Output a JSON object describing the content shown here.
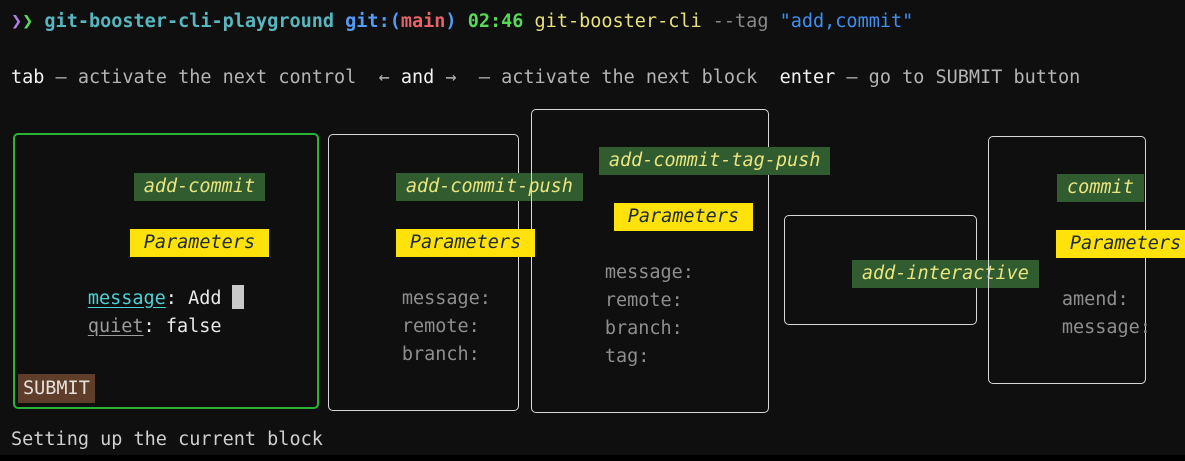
{
  "colors": {
    "background": "#0e0f0e",
    "active_border": "#2bb338",
    "idle_border": "#d8d8d8",
    "title_bg": "#315c30",
    "title_fg": "#eae57f",
    "params_bg": "#ffe20a",
    "params_fg": "#1b2838",
    "submit_bg": "#5e3d2b",
    "focused_field": "#4ed0d4",
    "cursor": "#c9c9c9"
  },
  "prompt_segments": [
    {
      "t": "❯",
      "s": "purple"
    },
    {
      "t": "❯",
      "s": "green"
    },
    {
      "t": " ",
      "s": "plain"
    },
    {
      "t": "git-booster-cli-playground",
      "s": "teal"
    },
    {
      "t": " ",
      "s": "plain"
    },
    {
      "t": "git:(",
      "s": "blue"
    },
    {
      "t": "main",
      "s": "red"
    },
    {
      "t": ")",
      "s": "blue"
    },
    {
      "t": " ",
      "s": "plain"
    },
    {
      "t": "02:46",
      "s": "green2"
    },
    {
      "t": " ",
      "s": "plain"
    },
    {
      "t": "git-booster-cli",
      "s": "yellow"
    },
    {
      "t": " ",
      "s": "plain"
    },
    {
      "t": "--tag",
      "s": "gray"
    },
    {
      "t": " ",
      "s": "plain"
    },
    {
      "t": "\"add,commit\"",
      "s": "blue2"
    }
  ],
  "help_segments": [
    {
      "t": "tab",
      "s": "key"
    },
    {
      "t": " – activate the next control  ",
      "s": "dim"
    },
    {
      "t": "← ",
      "s": "dim"
    },
    {
      "t": "and",
      "s": "key"
    },
    {
      "t": " →",
      "s": "dim"
    },
    {
      "t": "  – activate the next block  ",
      "s": "dim"
    },
    {
      "t": "enter",
      "s": "key"
    },
    {
      "t": " – go to SUBMIT button",
      "s": "dim"
    }
  ],
  "ui": {
    "colon": ": "
  },
  "blocks": [
    {
      "title": "add-commit",
      "params_label": "Parameters",
      "active": true,
      "fields": [
        {
          "name": "message",
          "value": "Add",
          "focused": true
        },
        {
          "name": "quiet",
          "value": "false"
        }
      ],
      "submit_label": "SUBMIT"
    },
    {
      "title": "add-commit-push",
      "params_label": "Parameters",
      "fields": [
        {
          "name": "message",
          "value": ""
        },
        {
          "name": "remote",
          "value": ""
        },
        {
          "name": "branch",
          "value": ""
        }
      ]
    },
    {
      "title": "add-commit-tag-push",
      "params_label": "Parameters",
      "fields": [
        {
          "name": "message",
          "value": ""
        },
        {
          "name": "remote",
          "value": ""
        },
        {
          "name": "branch",
          "value": ""
        },
        {
          "name": "tag",
          "value": ""
        }
      ]
    },
    {
      "title": "add-interactive",
      "fields": []
    },
    {
      "title": "commit",
      "params_label": "Parameters",
      "fields": [
        {
          "name": "amend",
          "value": ""
        },
        {
          "name": "message",
          "value": ""
        }
      ]
    }
  ],
  "status": "Setting up the current block"
}
